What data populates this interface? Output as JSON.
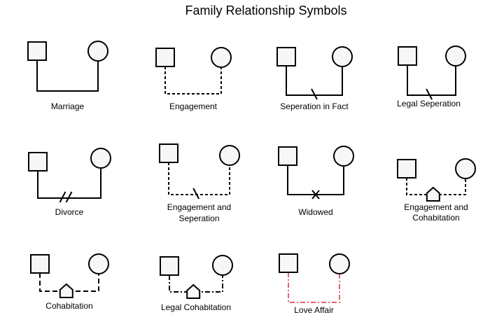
{
  "title": "Family Relationship Symbols",
  "colors": {
    "stroke": "#000000",
    "node_fill": "#f7f7f7",
    "love_affair": "#e8606e"
  },
  "symbols": [
    {
      "id": "marriage",
      "label": [
        "Marriage"
      ],
      "line": "solid",
      "marker": "none"
    },
    {
      "id": "engagement",
      "label": [
        "Engagement"
      ],
      "line": "dashed",
      "marker": "none"
    },
    {
      "id": "seperation-in-fact",
      "label": [
        "Seperation in Fact"
      ],
      "line": "solid",
      "marker": "single-slash"
    },
    {
      "id": "legal-seperation",
      "label": [
        "Legal Seperation"
      ],
      "line": "solid",
      "marker": "single-slash"
    },
    {
      "id": "divorce",
      "label": [
        "Divorce"
      ],
      "line": "solid",
      "marker": "double-slash"
    },
    {
      "id": "engagement-and-seperation",
      "label": [
        "Engagement and",
        "Seperation"
      ],
      "line": "dashed",
      "marker": "single-slash"
    },
    {
      "id": "widowed",
      "label": [
        "Widowed"
      ],
      "line": "solid",
      "marker": "cross"
    },
    {
      "id": "engagement-and-cohabitation",
      "label": [
        "Engagement and",
        "Cohabitation"
      ],
      "line": "dashed",
      "marker": "house"
    },
    {
      "id": "cohabitation",
      "label": [
        "Cohabitation"
      ],
      "line": "long-dash",
      "marker": "house"
    },
    {
      "id": "legal-cohabitation",
      "label": [
        "Legal Cohabitation"
      ],
      "line": "dash-dot",
      "marker": "house"
    },
    {
      "id": "love-affair",
      "label": [
        "Love Affair"
      ],
      "line": "dash-dot-red",
      "marker": "none"
    }
  ]
}
